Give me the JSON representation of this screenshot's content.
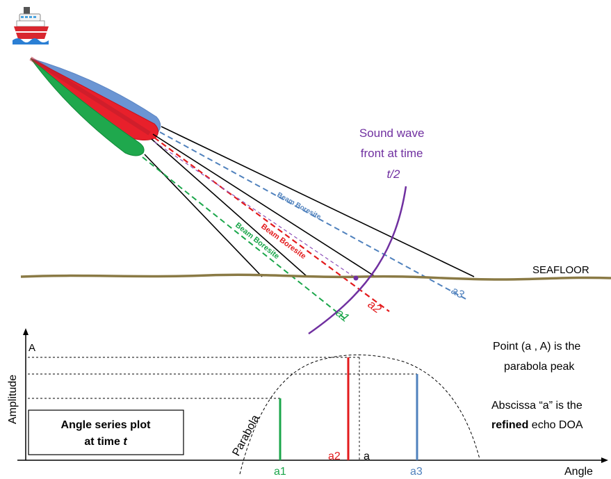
{
  "labels": {
    "sound_wave": [
      "Sound wave",
      "front at time",
      "t/2"
    ],
    "beam_blue": "Beam Boresite",
    "beam_red": "Beam Boresite",
    "beam_green": "Beam Boresite",
    "seafloor": "SEAFLOOR",
    "a1_top": "a1",
    "a2_top": "a2",
    "a3_top": "a3",
    "amplitude": "Amplitude",
    "A": "A",
    "parabola": "Parabola",
    "box_line1": "Angle series plot",
    "box_line2_prefix": "at time ",
    "box_line2_var": "t",
    "a1_axis": "a1",
    "a2_axis": "a2",
    "a_axis": "a",
    "a3_axis": "a3",
    "angle": "Angle",
    "note1_line1": "Point (a , A) is the",
    "note1_line2": "parabola peak",
    "note2_line1": "Abscissa “a” is the",
    "note2_bold": "refined",
    "note2_rest": " echo DOA"
  },
  "colors": {
    "blue": "#4f81bd",
    "red": "#e31a1c",
    "green": "#1aa64a",
    "purple": "#7030a0",
    "seafloor": "#8a7a45"
  }
}
